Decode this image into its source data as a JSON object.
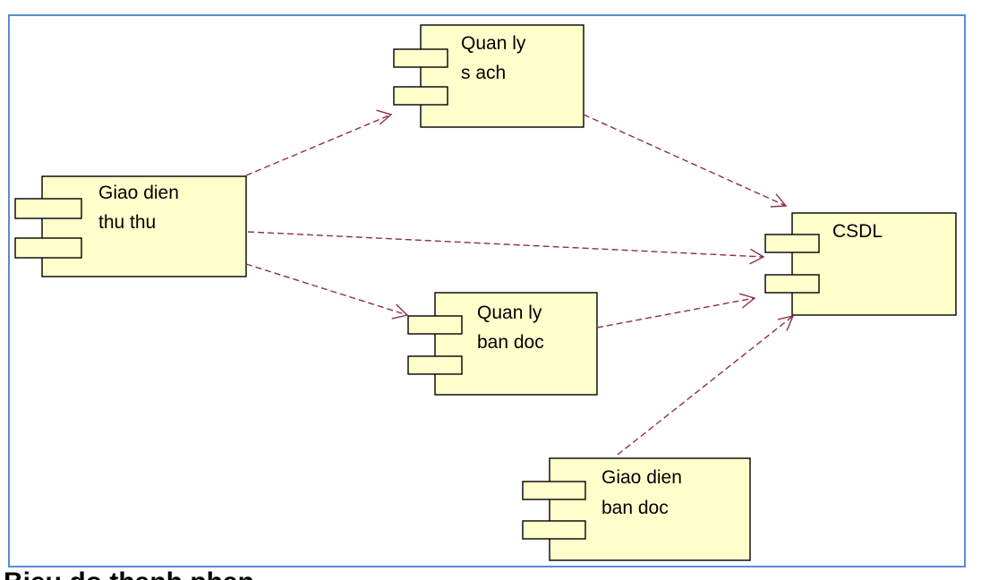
{
  "diagram": {
    "components": [
      {
        "id": "quan-ly-sach",
        "label_lines": [
          "Quan ly",
          "s ach"
        ]
      },
      {
        "id": "giao-dien-thu-thu",
        "label_lines": [
          "Giao dien",
          "thu thu"
        ]
      },
      {
        "id": "csdl",
        "label_lines": [
          "CSDL"
        ]
      },
      {
        "id": "quan-ly-ban-doc",
        "label_lines": [
          "Quan ly",
          "ban doc"
        ]
      },
      {
        "id": "giao-dien-ban-doc",
        "label_lines": [
          "Giao dien",
          "ban doc"
        ]
      }
    ],
    "dependencies": [
      {
        "from": "giao-dien-thu-thu",
        "to": "quan-ly-sach"
      },
      {
        "from": "giao-dien-thu-thu",
        "to": "csdl"
      },
      {
        "from": "giao-dien-thu-thu",
        "to": "quan-ly-ban-doc"
      },
      {
        "from": "quan-ly-sach",
        "to": "csdl"
      },
      {
        "from": "quan-ly-ban-doc",
        "to": "csdl"
      },
      {
        "from": "giao-dien-ban-doc",
        "to": "csdl"
      }
    ]
  },
  "colors": {
    "component_fill": "#ffffcc",
    "dependency_stroke": "#8b2f4f",
    "frame_border": "#5b8bd0"
  },
  "footer": {
    "partial_heading": "Bieu do thanh phan"
  }
}
